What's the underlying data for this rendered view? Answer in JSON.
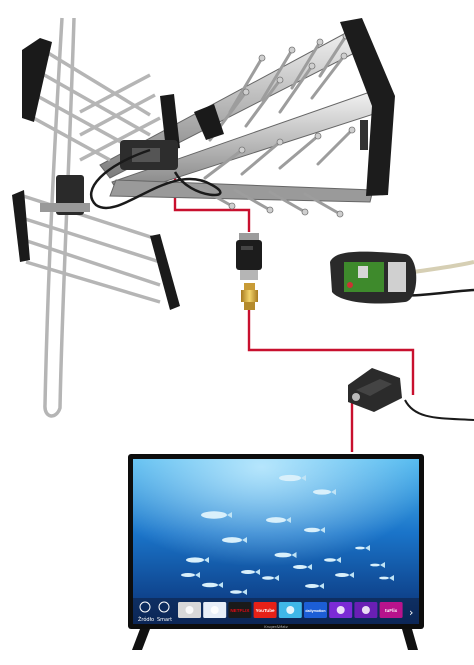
{
  "diagram": {
    "components": [
      {
        "id": "antenna",
        "icon": "yagi-log-periodic-antenna-icon"
      },
      {
        "id": "in-line-amplifier",
        "icon": "inline-filter-icon"
      },
      {
        "id": "f-connector",
        "icon": "f-connector-icon"
      },
      {
        "id": "power-supply-board",
        "icon": "pcb-module-icon"
      },
      {
        "id": "tv-plug",
        "icon": "iec-plug-icon"
      },
      {
        "id": "television",
        "icon": "tv-icon"
      }
    ],
    "cable_color": "#c8102e"
  },
  "tv": {
    "brand": "Kruger&Matz",
    "taskbar": {
      "left_items": [
        "Źródło",
        "Smart"
      ],
      "apps": [
        {
          "label": "",
          "bg": "#d9d9d9",
          "icon": "smart-tv-icon"
        },
        {
          "label": "",
          "bg": "#e7eef8",
          "icon": "google-icon"
        },
        {
          "label": "NETFLIX",
          "bg": "#1a1a1a",
          "color": "#e50914"
        },
        {
          "label": "YouTube",
          "bg": "#e62117",
          "color": "#ffffff"
        },
        {
          "label": "",
          "bg": "#3fb7e8",
          "icon": "twitter-icon"
        },
        {
          "label": "dailymotion",
          "bg": "#1c5ed6",
          "color": "#ffffff"
        },
        {
          "label": "",
          "bg": "#7b2bd6",
          "icon": "cloud-icon"
        },
        {
          "label": "",
          "bg": "#6a1fb5",
          "icon": "play-store-icon"
        },
        {
          "label": "tuFlix",
          "bg": "#b8138c",
          "color": "#ffffff"
        }
      ]
    }
  }
}
